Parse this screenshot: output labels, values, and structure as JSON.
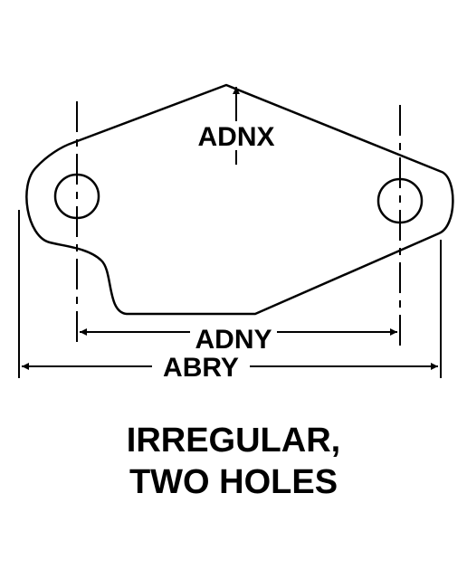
{
  "labels": {
    "height_dim": "ADNX",
    "hole_spacing_dim": "ADNY",
    "overall_length_dim": "ABRY"
  },
  "caption": {
    "line1": "IRREGULAR,",
    "line2": "TWO HOLES"
  },
  "colors": {
    "ink": "#000000",
    "background": "#ffffff"
  }
}
